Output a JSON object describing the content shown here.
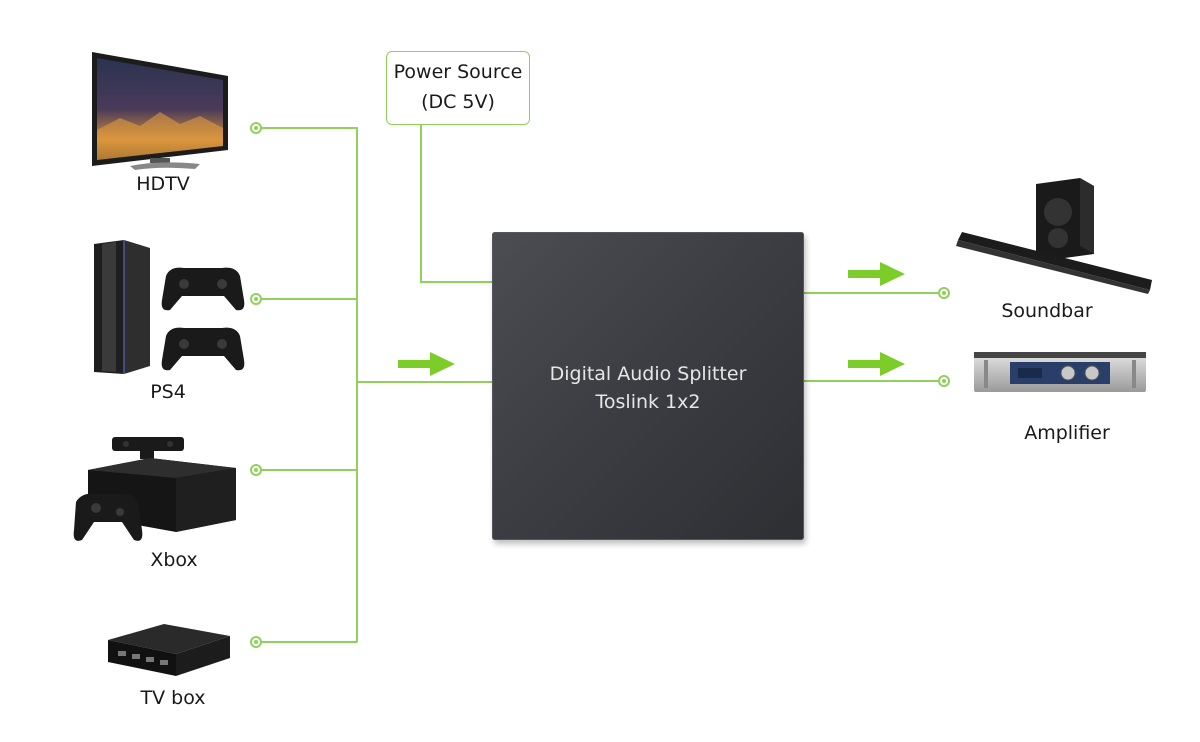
{
  "power": {
    "line1": "Power Source",
    "line2": "(DC 5V)"
  },
  "splitter": {
    "line1": "Digital Audio Splitter",
    "line2": "Toslink 1x2"
  },
  "sources": [
    {
      "label": "HDTV",
      "icon": "hdtv-icon"
    },
    {
      "label": "PS4",
      "icon": "ps4-icon"
    },
    {
      "label": "Xbox",
      "icon": "xbox-icon"
    },
    {
      "label": "TV box",
      "icon": "tv-box-icon"
    }
  ],
  "outputs": [
    {
      "label": "Soundbar",
      "icon": "soundbar-icon"
    },
    {
      "label": "Amplifier",
      "icon": "amplifier-icon"
    }
  ],
  "colors": {
    "connector": "#8fd15a",
    "arrow": "#7ccc2a",
    "device": "#2b2b2b",
    "splitter": "#404247"
  }
}
